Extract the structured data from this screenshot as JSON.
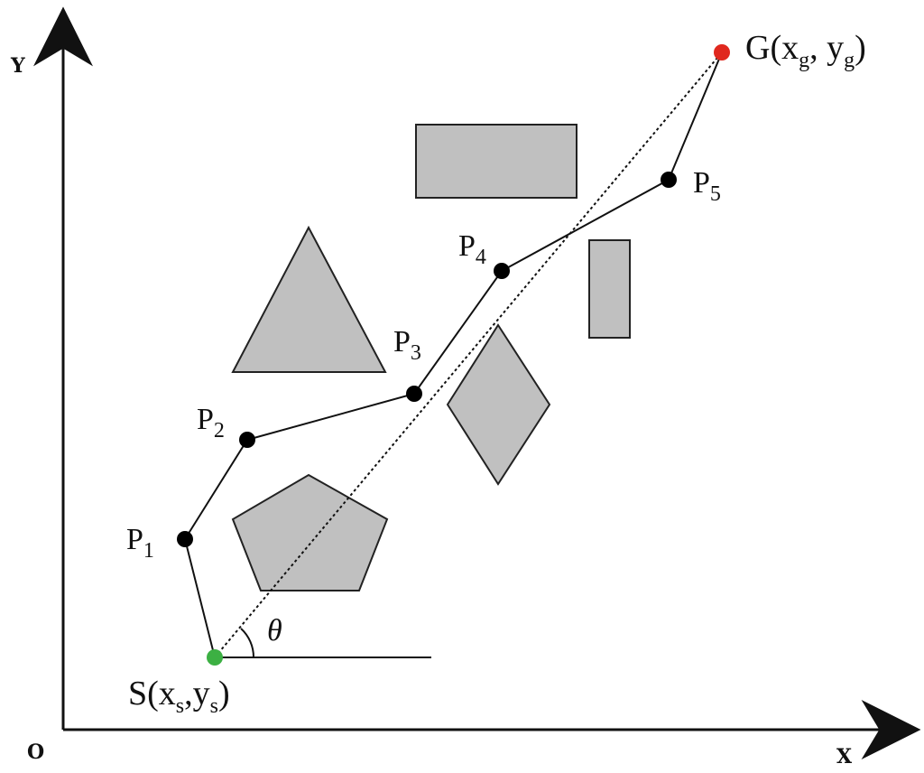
{
  "axes": {
    "x_label": "X",
    "y_label": "Y",
    "origin_label": "O"
  },
  "start": {
    "prefix": "S(x",
    "sub1": "s",
    "mid": ",y",
    "sub2": "s",
    "suffix": ")",
    "color": "#3cb043"
  },
  "goal": {
    "prefix": "G(x",
    "sub1": "g",
    "mid": ", y",
    "sub2": "g",
    "suffix": ")",
    "color": "#e0281e"
  },
  "angle_label": "θ",
  "waypoints": [
    {
      "main": "P",
      "sub": "1"
    },
    {
      "main": "P",
      "sub": "2"
    },
    {
      "main": "P",
      "sub": "3"
    },
    {
      "main": "P",
      "sub": "4"
    },
    {
      "main": "P",
      "sub": "5"
    }
  ],
  "obstacle_color": "#c0c0c0",
  "obstacles": [
    "rectangle",
    "rectangle",
    "triangle",
    "diamond",
    "pentagon"
  ]
}
